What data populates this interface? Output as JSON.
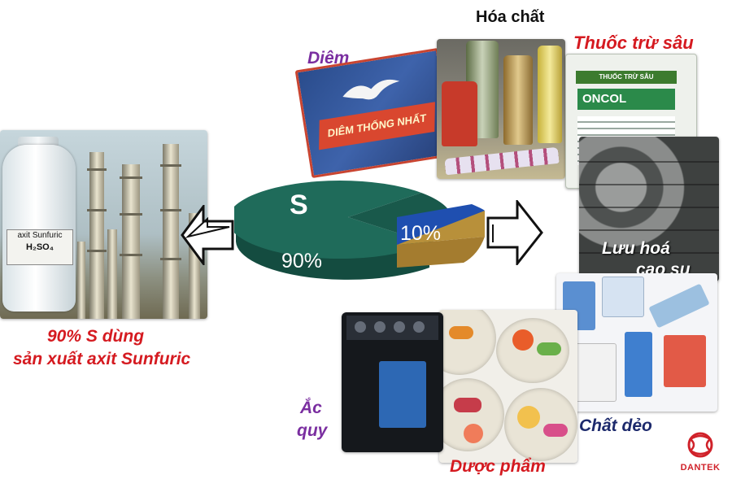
{
  "center": {
    "element_symbol": "S",
    "share_major": "90%",
    "share_minor": "10%"
  },
  "left": {
    "bottle_label_line1": "axit Sunfuric",
    "bottle_label_line2": "H₂SO₄",
    "caption_line1": "90% S dùng",
    "caption_line2": "sản xuất axit Sunfuric"
  },
  "uses": {
    "matches": "Diêm",
    "chemicals": "Hóa chất",
    "pesticide": "Thuốc trừ sâu",
    "rubber_line1": "Lưu hoá",
    "rubber_line2": "cao su",
    "battery_line1": "Ắc",
    "battery_line2": "quy",
    "pharma": "Dược phẩm",
    "plastics": "Chất dẻo"
  },
  "matchbox_text": "DIÊM THỐNG NHẤT",
  "pesticide_label": {
    "top": "THUỐC TRỪ SÂU",
    "brand": "ONCOL"
  },
  "logo": {
    "text": "DANTEK"
  },
  "colors": {
    "pie_top": "#1f6b5a",
    "pie_side": "#144c40",
    "slice_top": "#1f4fb0",
    "slice_side": "#b8903a",
    "caption_red": "#d51a20",
    "label_purple": "#7a2ea0",
    "label_navy": "#1d2a6c"
  }
}
